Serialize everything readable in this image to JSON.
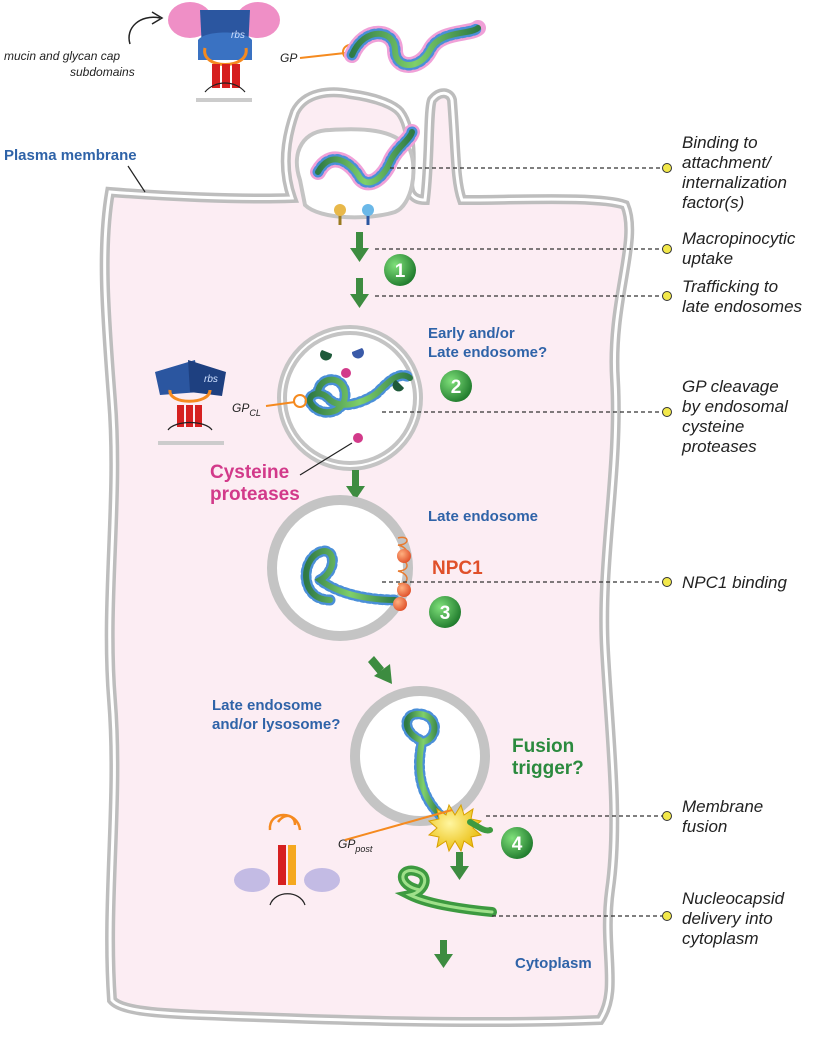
{
  "labels": {
    "plasma_membrane": "Plasma membrane",
    "mucin": "mucin and glycan cap",
    "mucin2": "subdomains",
    "gp": "GP",
    "rbs": "rbs",
    "early_late1": "Early and/or",
    "early_late2": "Late endosome?",
    "gp_cl_main": "GP",
    "gp_cl_sub": "CL",
    "cysteine1": "Cysteine",
    "cysteine2": "proteases",
    "late_endosome": "Late endosome",
    "npc1": "NPC1",
    "late_lyso1": "Late endosome",
    "late_lyso2": "and/or lysosome?",
    "fusion1": "Fusion",
    "fusion2": "trigger?",
    "gp_post_main": "GP",
    "gp_post_sub": "post",
    "cytoplasm": "Cytoplasm"
  },
  "steps": [
    "1",
    "2",
    "3",
    "4"
  ],
  "annotations": [
    {
      "lines": [
        "Binding to",
        "attachment/",
        "internalization",
        "factor(s)"
      ]
    },
    {
      "lines": [
        "Macropinocytic",
        "uptake"
      ]
    },
    {
      "lines": [
        "Trafficking to",
        "late endosomes"
      ]
    },
    {
      "lines": [
        "GP cleavage",
        "by endosomal",
        "cysteine",
        "proteases"
      ]
    },
    {
      "lines": [
        "NPC1 binding"
      ]
    },
    {
      "lines": [
        "Membrane",
        "fusion"
      ]
    },
    {
      "lines": [
        "Nucleocapsid",
        "delivery into",
        "cytoplasm"
      ]
    }
  ],
  "colors": {
    "cell_fill": "#fcedf3",
    "membrane": "#c8c8c8",
    "blue_text": "#2f63a8",
    "green_arrow": "#3d8c40",
    "step_circle": "#2f9a3a",
    "pink_protease": "#d23a8a",
    "npc1": "#e0502a",
    "fusion_star": "#f0c81e",
    "dot_marker": "#f2e84a"
  }
}
